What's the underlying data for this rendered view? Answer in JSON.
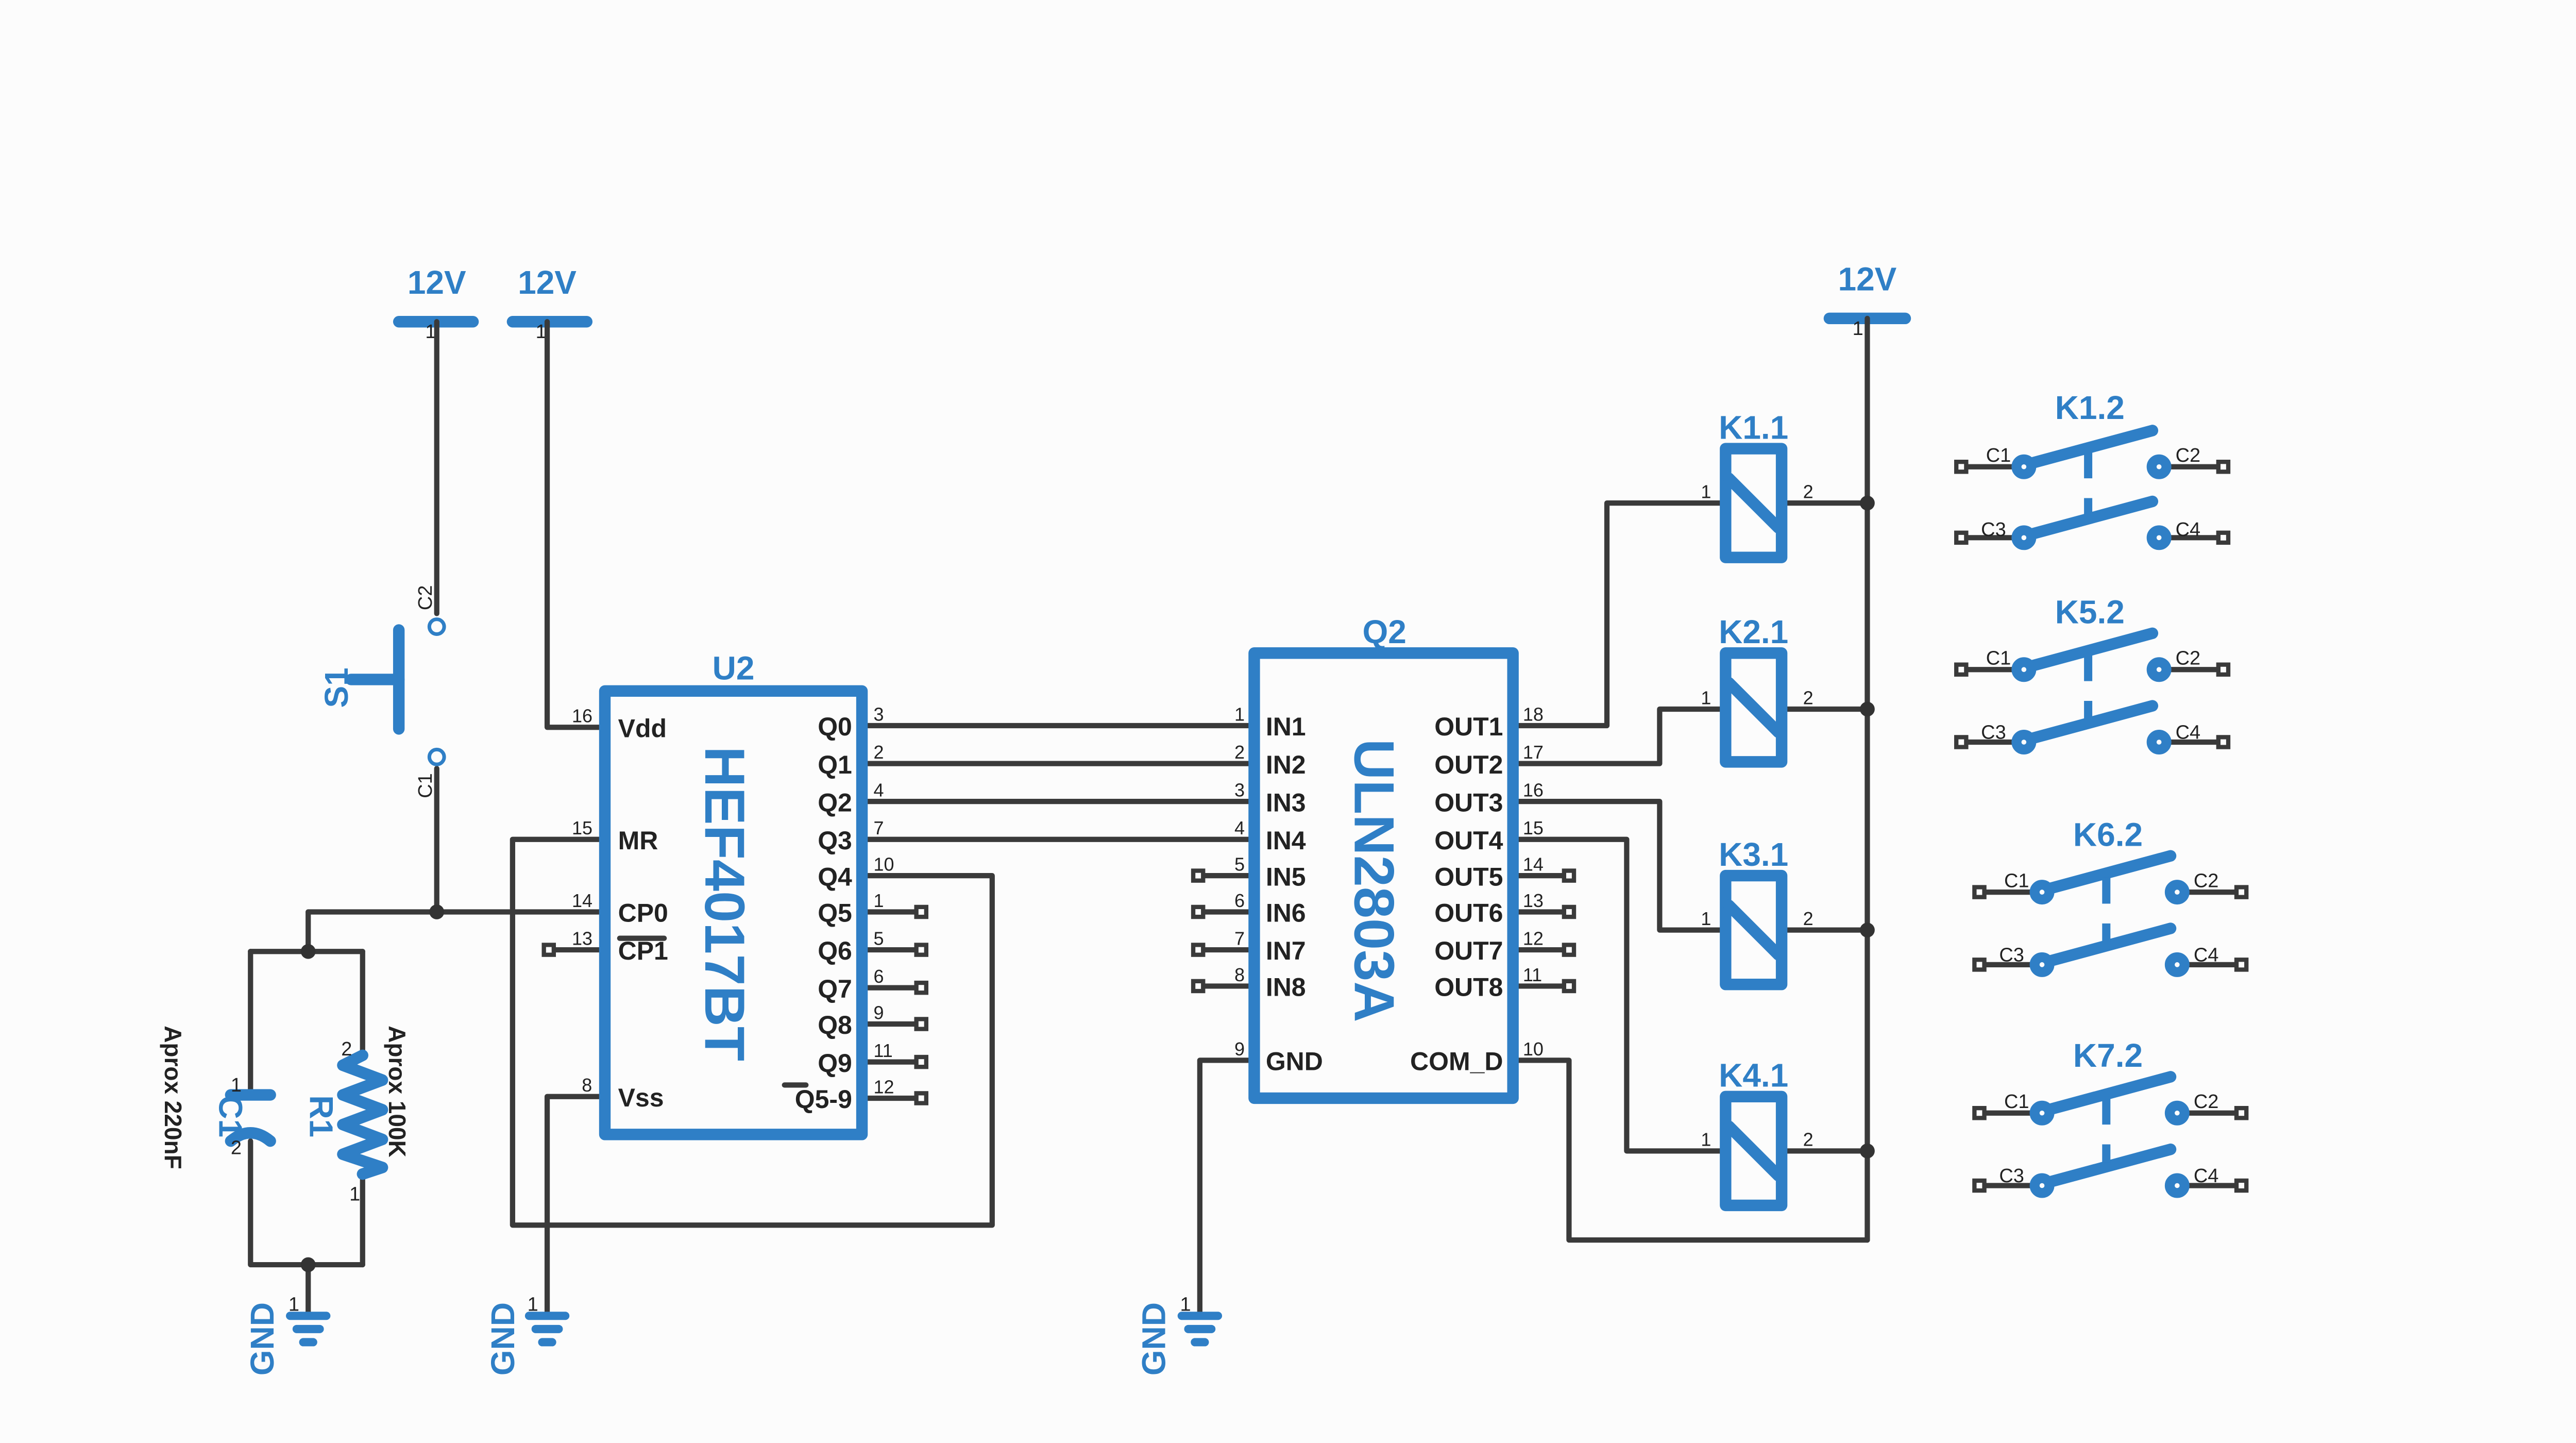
{
  "supplies": {
    "left": "12V",
    "mid": "12V",
    "right": "12V"
  },
  "gnd": {
    "c1r1": "GND",
    "u2": "GND",
    "q2": "GND"
  },
  "s1": {
    "ref": "S1",
    "pinTop": "C2",
    "pinBottom": "C1"
  },
  "c1": {
    "ref": "C1",
    "value": "Aprox 220nF",
    "pin1": "1",
    "pin2": "2"
  },
  "r1": {
    "ref": "R1",
    "value": "Aprox 100K",
    "pin1": "1",
    "pin2": "2"
  },
  "pin_one": "1",
  "u2": {
    "ref": "U2",
    "part": "HEF4017BT",
    "left": [
      {
        "name": "Vdd",
        "pin": "16"
      },
      {
        "name": "MR",
        "pin": "15"
      },
      {
        "name": "CP0",
        "pin": "14"
      },
      {
        "name": "CP1",
        "pin": "13"
      },
      {
        "name": "Vss",
        "pin": "8"
      }
    ],
    "right": [
      {
        "name": "Q0",
        "pin": "3"
      },
      {
        "name": "Q1",
        "pin": "2"
      },
      {
        "name": "Q2",
        "pin": "4"
      },
      {
        "name": "Q3",
        "pin": "7"
      },
      {
        "name": "Q4",
        "pin": "10"
      },
      {
        "name": "Q5",
        "pin": "1"
      },
      {
        "name": "Q6",
        "pin": "5"
      },
      {
        "name": "Q7",
        "pin": "6"
      },
      {
        "name": "Q8",
        "pin": "9"
      },
      {
        "name": "Q9",
        "pin": "11"
      },
      {
        "name": "Q5-9",
        "pin": "12"
      }
    ]
  },
  "q2": {
    "ref": "Q2",
    "part": "ULN2803A",
    "left": [
      {
        "name": "IN1",
        "pin": "1"
      },
      {
        "name": "IN2",
        "pin": "2"
      },
      {
        "name": "IN3",
        "pin": "3"
      },
      {
        "name": "IN4",
        "pin": "4"
      },
      {
        "name": "IN5",
        "pin": "5"
      },
      {
        "name": "IN6",
        "pin": "6"
      },
      {
        "name": "IN7",
        "pin": "7"
      },
      {
        "name": "IN8",
        "pin": "8"
      },
      {
        "name": "GND",
        "pin": "9"
      }
    ],
    "right": [
      {
        "name": "OUT1",
        "pin": "18"
      },
      {
        "name": "OUT2",
        "pin": "17"
      },
      {
        "name": "OUT3",
        "pin": "16"
      },
      {
        "name": "OUT4",
        "pin": "15"
      },
      {
        "name": "OUT5",
        "pin": "14"
      },
      {
        "name": "OUT6",
        "pin": "13"
      },
      {
        "name": "OUT7",
        "pin": "12"
      },
      {
        "name": "OUT8",
        "pin": "11"
      },
      {
        "name": "COM_D",
        "pin": "10"
      }
    ]
  },
  "coils": [
    {
      "ref": "K1.1",
      "pin1": "1",
      "pin2": "2"
    },
    {
      "ref": "K2.1",
      "pin1": "1",
      "pin2": "2"
    },
    {
      "ref": "K3.1",
      "pin1": "1",
      "pin2": "2"
    },
    {
      "ref": "K4.1",
      "pin1": "1",
      "pin2": "2"
    }
  ],
  "contacts": [
    {
      "ref": "K1.2",
      "c1": "C1",
      "c2": "C2",
      "c3": "C3",
      "c4": "C4"
    },
    {
      "ref": "K5.2",
      "c1": "C1",
      "c2": "C2",
      "c3": "C3",
      "c4": "C4"
    },
    {
      "ref": "K6.2",
      "c1": "C1",
      "c2": "C2",
      "c3": "C3",
      "c4": "C4"
    },
    {
      "ref": "K7.2",
      "c1": "C1",
      "c2": "C2",
      "c3": "C3",
      "c4": "C4"
    }
  ]
}
